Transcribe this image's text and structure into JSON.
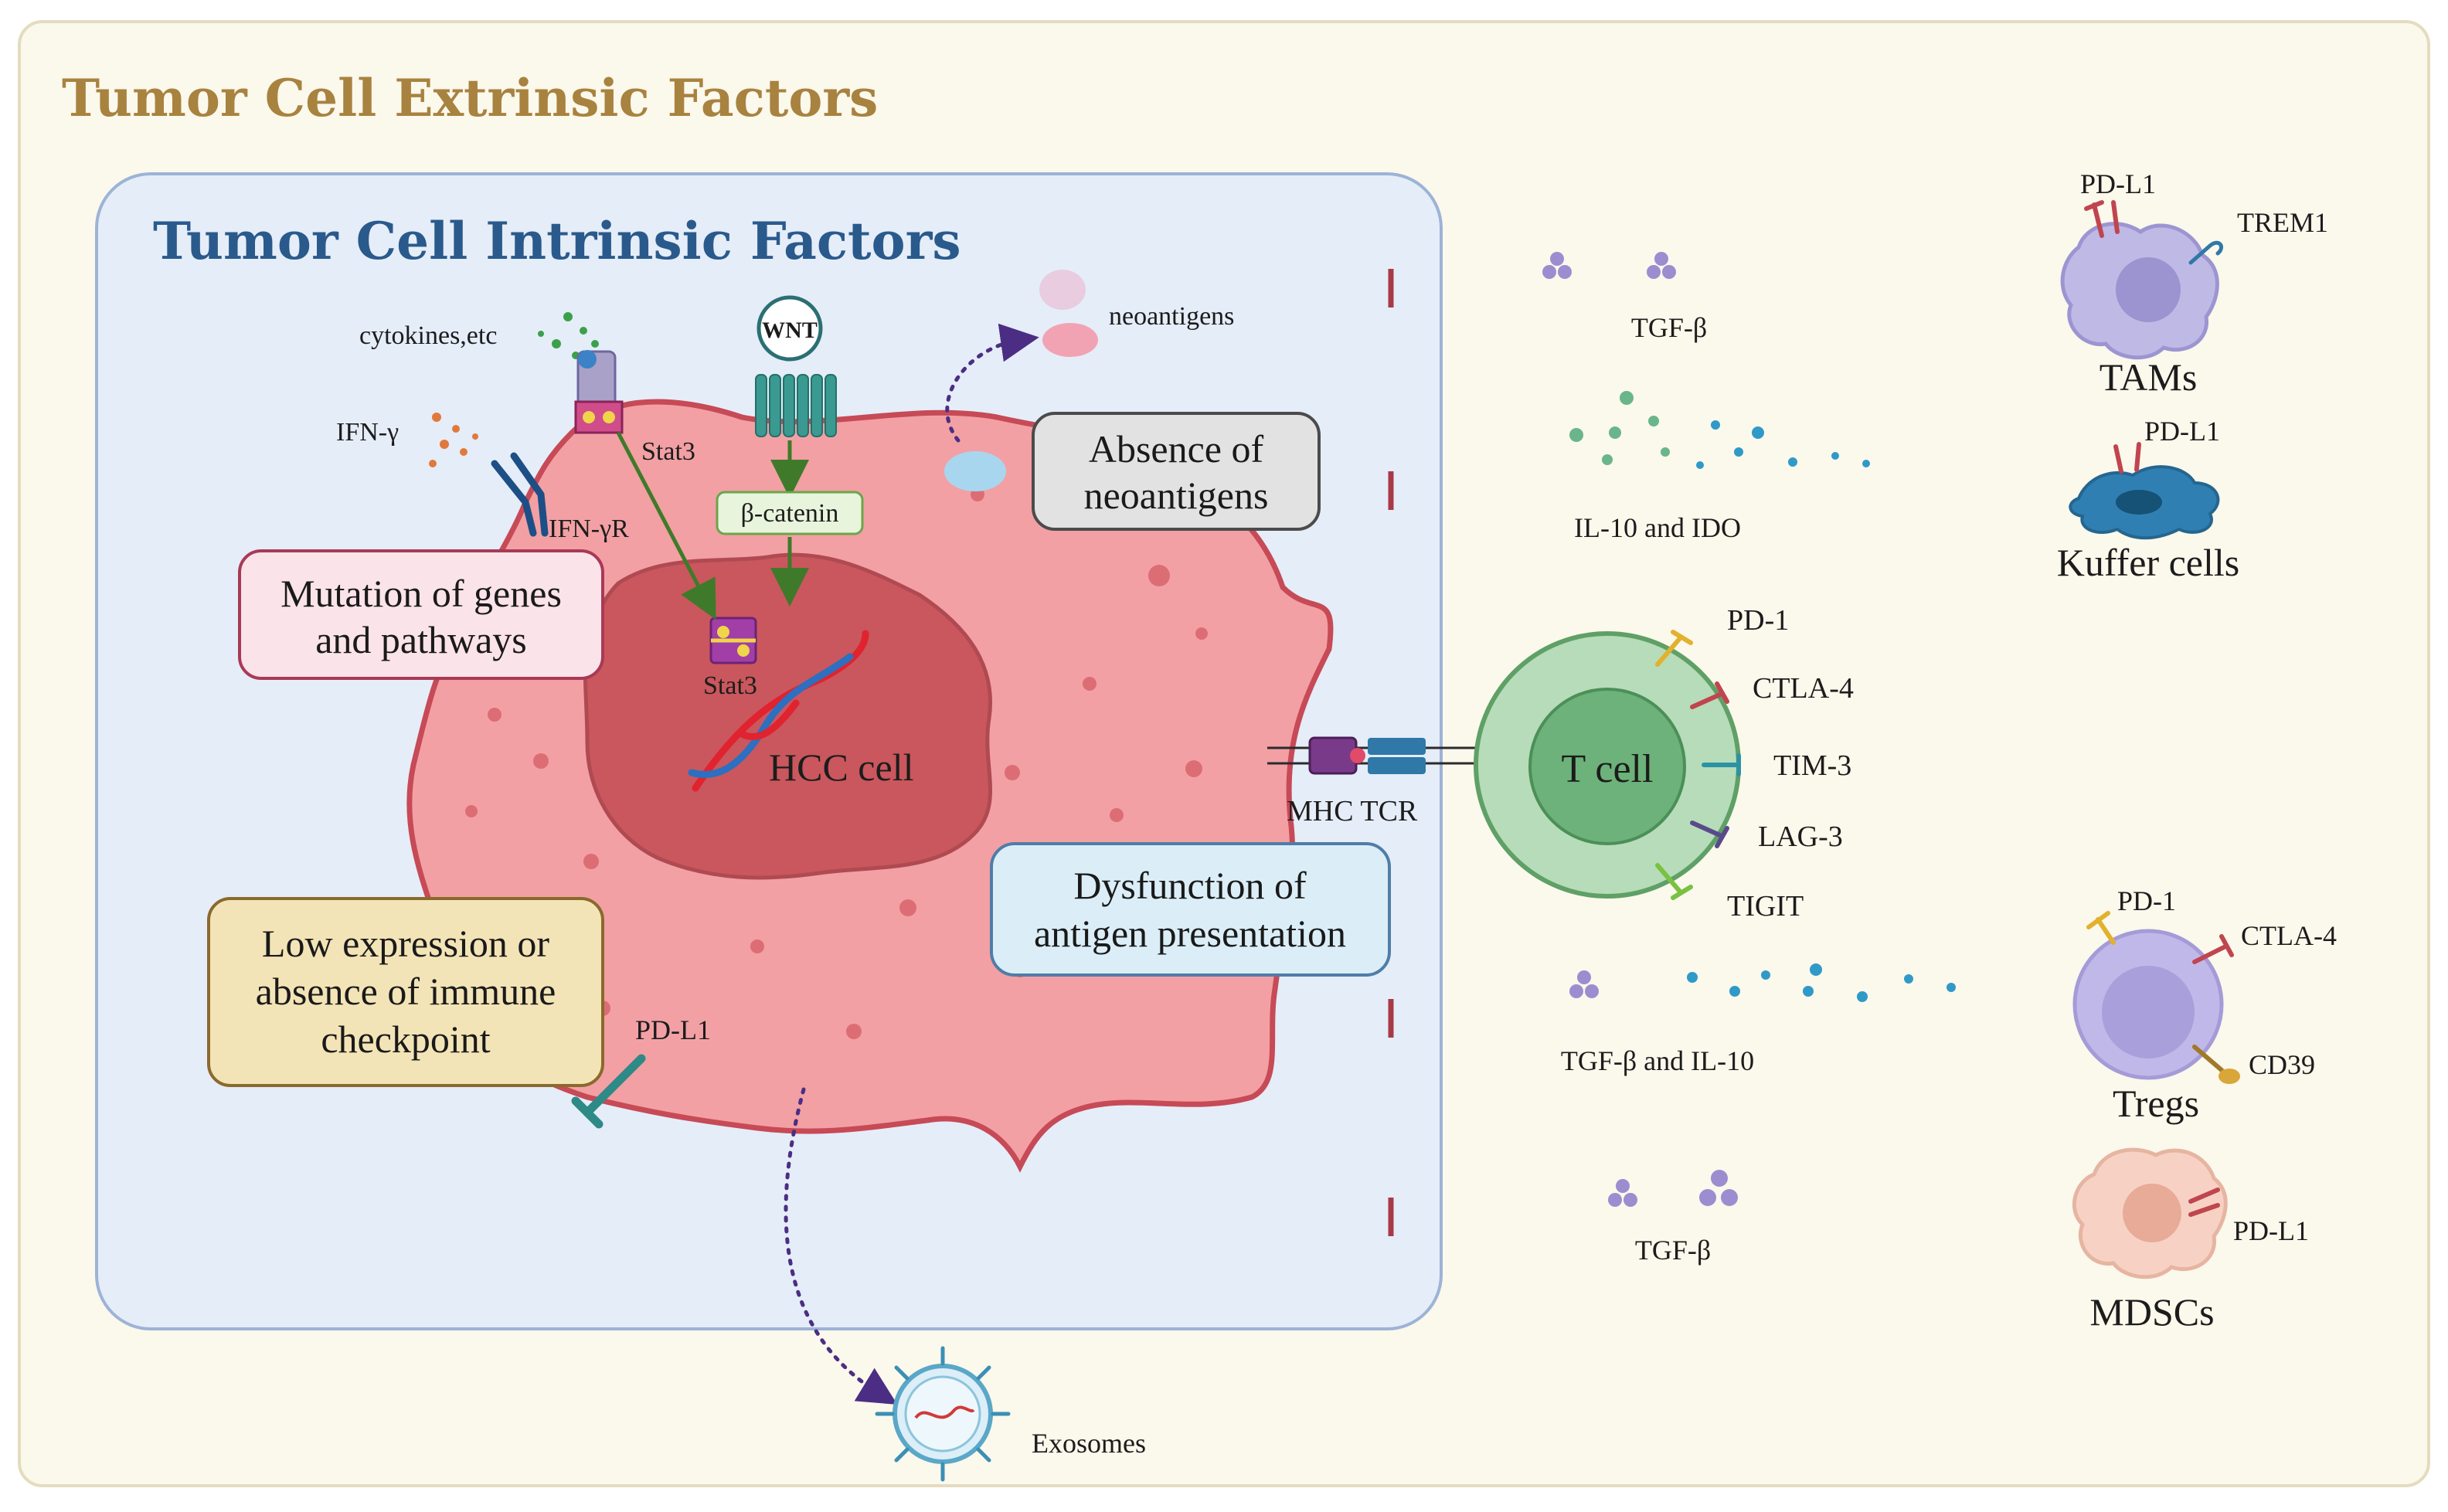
{
  "titles": {
    "extrinsic": "Tumor Cell Extrinsic Factors",
    "intrinsic": "Tumor Cell Intrinsic Factors"
  },
  "tumor": {
    "hcc_label": "HCC cell",
    "cytokines": "cytokines,etc",
    "ifn_gamma": "IFN-γ",
    "ifn_gamma_r": "IFN-γR",
    "stat3_top": "Stat3",
    "stat3_nucleus": "Stat3",
    "wnt": "WNT",
    "beta_catenin": "β-catenin",
    "neoantigens": "neoantigens",
    "pd_l1": "PD-L1",
    "mhc_tcr": "MHC TCR",
    "exosomes": "Exosomes"
  },
  "boxes": {
    "mutation": [
      "Mutation of genes",
      "and pathways"
    ],
    "absence": [
      "Absence of",
      "neoantigens"
    ],
    "dysfunction": [
      "Dysfunction of",
      "antigen presentation"
    ],
    "low_expression": [
      "Low expression or",
      "absence of immune",
      "checkpoint"
    ]
  },
  "tcell": {
    "label": "T cell",
    "receptors": [
      "PD-1",
      "CTLA-4",
      "TIM-3",
      "LAG-3",
      "TIGIT"
    ]
  },
  "extrinsic": {
    "tams": {
      "name": "TAMs",
      "markers": [
        "PD-L1",
        "TREM1"
      ],
      "signal": "TGF-β"
    },
    "kuffer": {
      "name": "Kuffer cells",
      "markers": [
        "PD-L1"
      ],
      "signal": "IL-10 and IDO"
    },
    "tregs": {
      "name": "Tregs",
      "markers": [
        "PD-1",
        "CTLA-4",
        "CD39"
      ],
      "signal": "TGF-β and IL-10"
    },
    "mdscs": {
      "name": "MDSCs",
      "markers": [
        "PD-L1"
      ],
      "signal": "TGF-β"
    }
  },
  "colors": {
    "outer_bg": "#fbf8ec",
    "inner_bg": "#e5edf8",
    "tumor_fill": "#f2a0a4",
    "nucleus_fill": "#c9575d",
    "inhibit_line": "#a83a46",
    "tcell": "#93c79a"
  }
}
